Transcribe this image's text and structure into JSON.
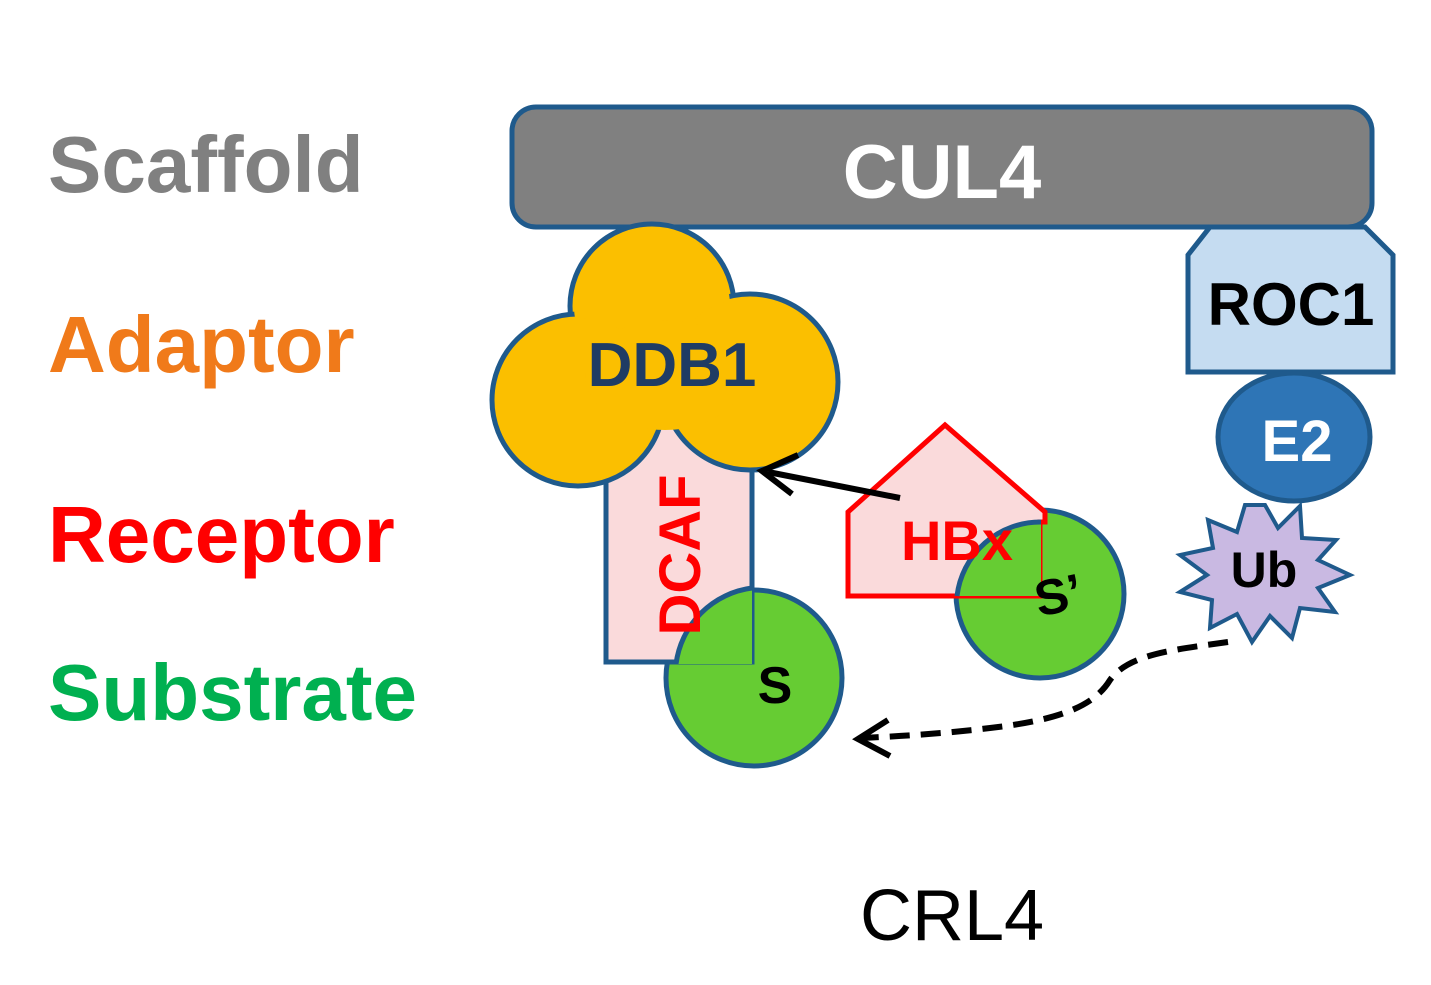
{
  "legend": {
    "scaffold": "Scaffold",
    "adaptor": "Adaptor",
    "receptor": "Receptor",
    "substrate": "Substrate"
  },
  "complex": {
    "scaffold": "CUL4",
    "adaptor": "DDB1",
    "receptor": "DCAF",
    "ring": "ROC1",
    "e2": "E2",
    "ubiquitin": "Ub",
    "viral_protein": "HBx",
    "substrate": "S",
    "alt_substrate": "S’"
  },
  "caption": "CRL4",
  "colors": {
    "scaffold": "#808080",
    "adaptor_text": "#f07a1a",
    "adaptor_fill": "#fbbf00",
    "receptor": "#ff0000",
    "receptor_fill": "#fadadb",
    "substrate": "#00b050",
    "substrate_fill": "#66cc33",
    "outline": "#1f5a8c",
    "ring_fill": "#c5dcf1",
    "e2_fill": "#2e75b6",
    "ub_fill": "#c9b9e2"
  }
}
